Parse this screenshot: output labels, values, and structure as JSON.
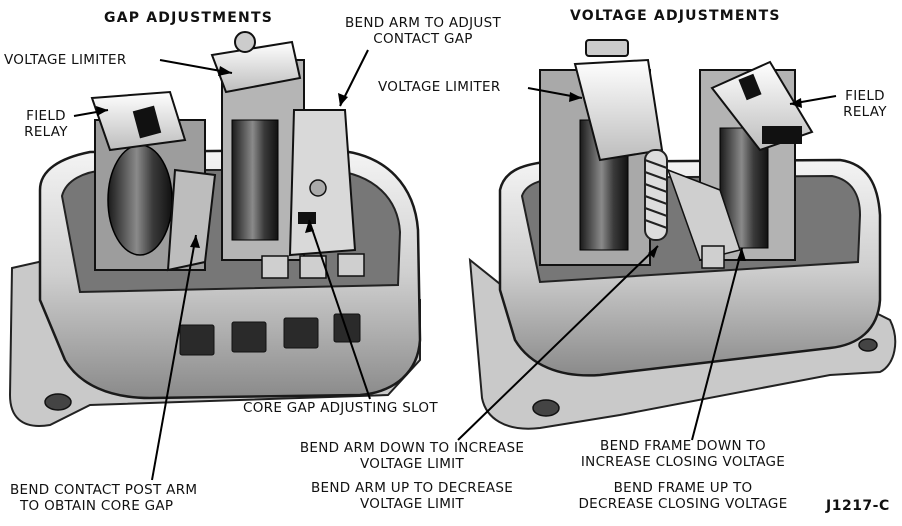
{
  "headings": {
    "gap": "GAP ADJUSTMENTS",
    "voltage": "VOLTAGE ADJUSTMENTS"
  },
  "labels": {
    "voltage_limiter_left": "VOLTAGE LIMITER",
    "field_relay_left_1": "FIELD",
    "field_relay_left_2": "RELAY",
    "bend_arm_contact_gap_1": "BEND ARM TO ADJUST",
    "bend_arm_contact_gap_2": "CONTACT GAP",
    "core_gap_slot": "CORE GAP ADJUSTING SLOT",
    "bend_contact_post_1": "BEND CONTACT POST ARM",
    "bend_contact_post_2": "TO  OBTAIN  CORE GAP",
    "voltage_limiter_right": "VOLTAGE LIMITER",
    "field_relay_right_1": "FIELD",
    "field_relay_right_2": "RELAY",
    "arm_down_1": "BEND ARM DOWN TO INCREASE",
    "arm_down_2": "VOLTAGE LIMIT",
    "arm_up_1": "BEND ARM UP TO DECREASE",
    "arm_up_2": "VOLTAGE LIMIT",
    "frame_down_1": "BEND FRAME DOWN TO",
    "frame_down_2": "INCREASE CLOSING VOLTAGE",
    "frame_up_1": "BEND FRAME UP TO",
    "frame_up_2": "DECREASE CLOSING VOLTAGE"
  },
  "figure_id": "J1217-C"
}
